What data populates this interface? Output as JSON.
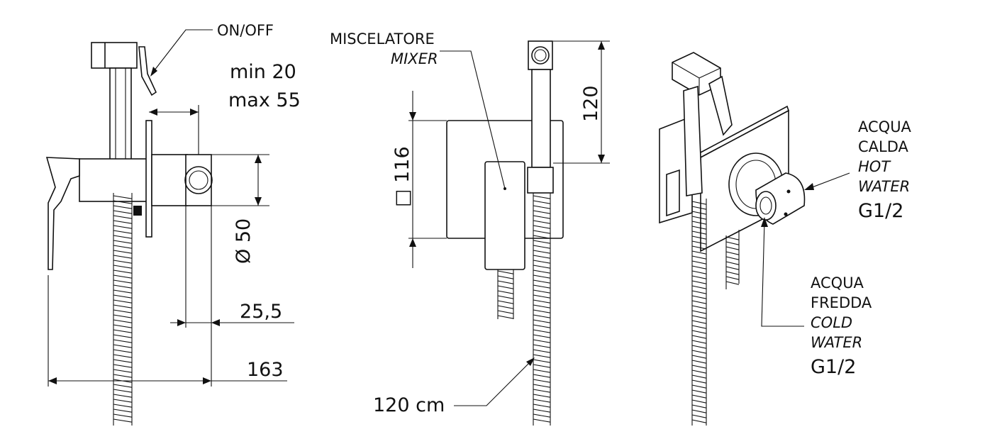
{
  "labels": {
    "on_off": "ON/OFF",
    "min": "min 20",
    "max": "max 55",
    "diameter": "Ø 50",
    "dim_25": "25,5",
    "dim_163": "163",
    "mixer_it": "MISCELATORE",
    "mixer_en": "MIXER",
    "dim_120": "120",
    "square_116": "□ 116",
    "hose": "120 cm",
    "hot_it_1": "ACQUA",
    "hot_it_2": "CALDA",
    "hot_en_1": "HOT",
    "hot_en_2": "WATER",
    "hot_thread": "G1/2",
    "cold_it_1": "ACQUA",
    "cold_it_2": "FREDDA",
    "cold_en_1": "COLD",
    "cold_en_2": "WATER",
    "cold_thread": "G1/2"
  }
}
